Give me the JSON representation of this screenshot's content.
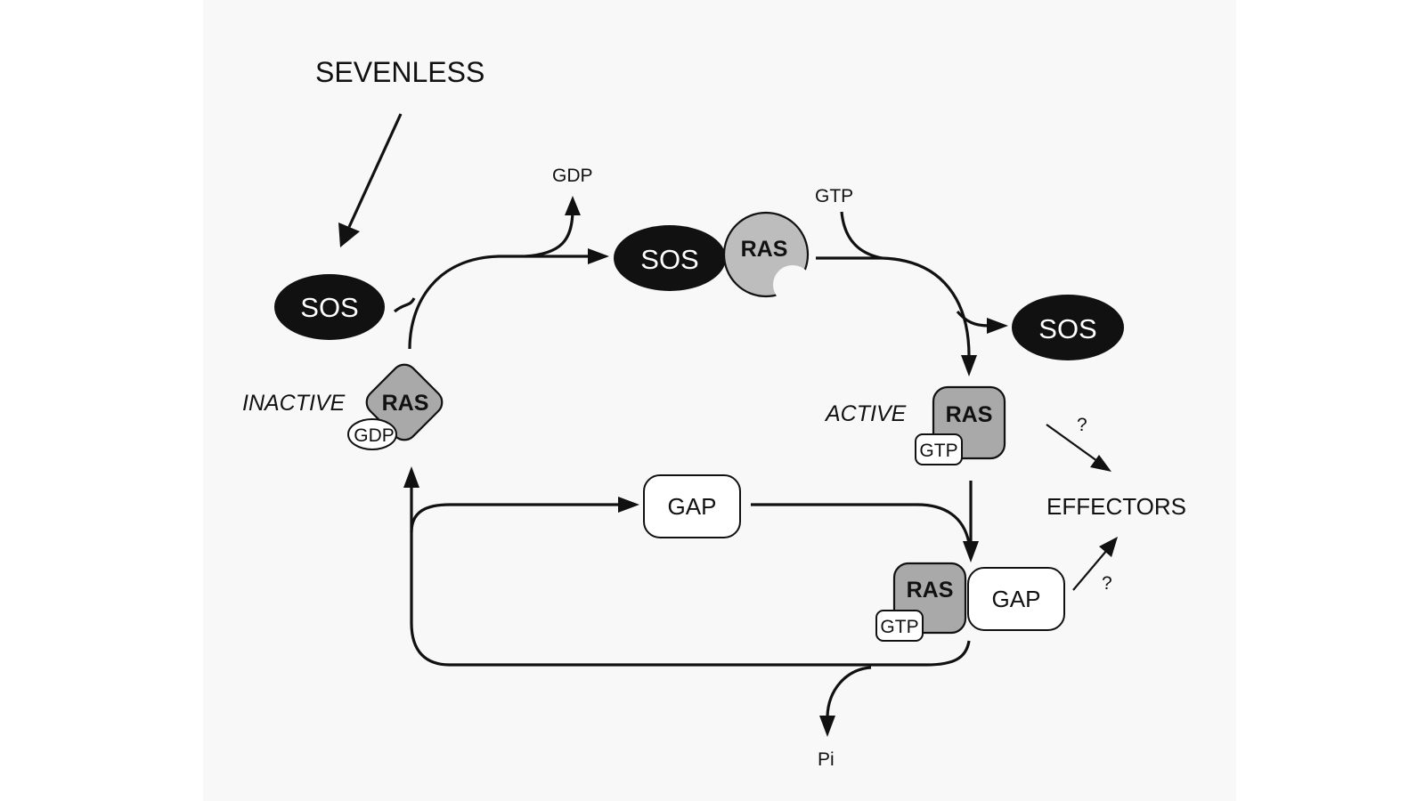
{
  "title": "SEVENLESS",
  "colors": {
    "page_background": "#f8f8f8",
    "sos_fill": "#111111",
    "ras_fill": "#a9a9a9",
    "line": "#111111"
  },
  "nodes": {
    "sos_inactive": "SOS",
    "ras_inactive": "RAS",
    "gdp_bound": "GDP",
    "inactive_label": "INACTIVE",
    "sos_complex": "SOS",
    "ras_complex": "RAS",
    "sos_released": "SOS",
    "ras_active": "RAS",
    "gtp_bound_active": "GTP",
    "active_label": "ACTIVE",
    "gap_free": "GAP",
    "ras_gap_complex": "RAS",
    "gtp_bound_gap": "GTP",
    "gap_complex": "GAP",
    "effectors": "EFFECTORS"
  },
  "molecules": {
    "gdp_released": "GDP",
    "gtp_incoming": "GTP",
    "pi_released": "Pi"
  },
  "annotations": {
    "question_upper": "?",
    "question_lower": "?"
  }
}
